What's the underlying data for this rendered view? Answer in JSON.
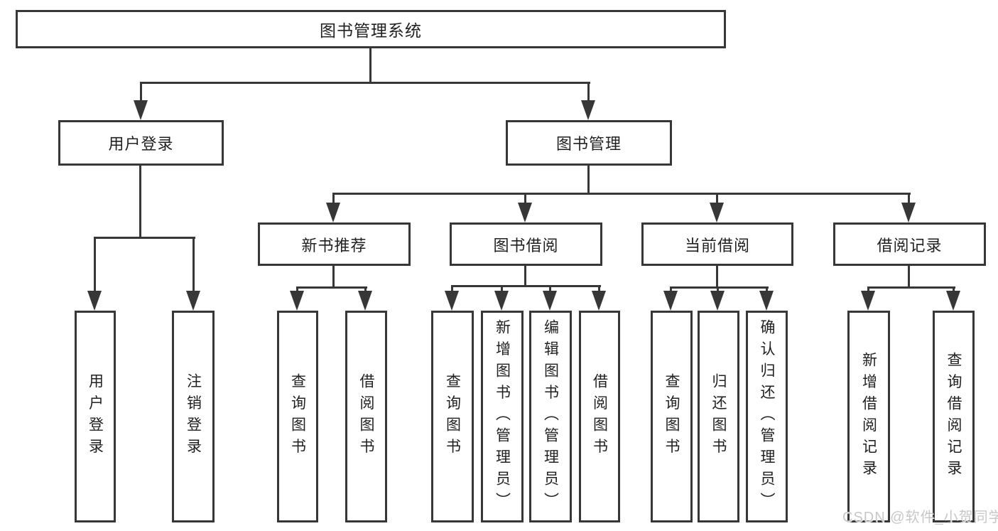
{
  "diagram": {
    "title_node": {
      "label": "图书管理系统"
    },
    "level2": [
      {
        "label": "用户登录"
      },
      {
        "label": "图书管理"
      }
    ],
    "level3": [
      {
        "label": "新书推荐"
      },
      {
        "label": "图书借阅"
      },
      {
        "label": "当前借阅"
      },
      {
        "label": "借阅记录"
      }
    ],
    "level4": [
      {
        "label": "用户登录"
      },
      {
        "label": "注销登录"
      },
      {
        "label": "查询图书"
      },
      {
        "label": "借阅图书"
      },
      {
        "label": "查询图书"
      },
      {
        "label": "新增图书（管理员）"
      },
      {
        "label": "编辑图书（管理员）"
      },
      {
        "label": "借阅图书"
      },
      {
        "label": "查询图书"
      },
      {
        "label": "归还图书"
      },
      {
        "label": "确认归还（管理员）"
      },
      {
        "label": "新增借阅记录"
      },
      {
        "label": "查询借阅记录"
      }
    ],
    "colors": {
      "line": "#373737",
      "box_border": "#373737",
      "text": "#212121",
      "background": "#ffffff",
      "watermark_text": "#c7c7c7"
    }
  },
  "watermark": {
    "text": "CSDN @软件_小贺同学"
  }
}
